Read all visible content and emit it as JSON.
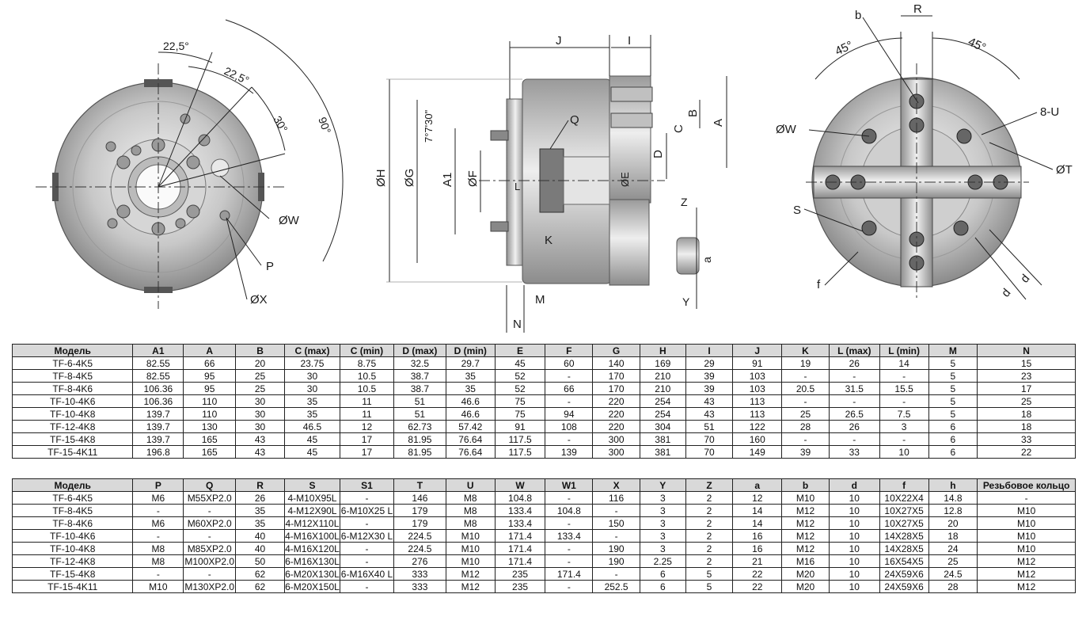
{
  "views": {
    "front": {
      "angles": [
        "22,5°",
        "22,5°",
        "30°",
        "90°"
      ],
      "callouts": [
        "ØW",
        "P",
        "ØX"
      ]
    },
    "side": {
      "dims_top": [
        "J",
        "I"
      ],
      "dims_left": [
        "ØH",
        "ØG",
        "A1",
        "ØF"
      ],
      "angle": "7°7'30\"",
      "dims_right": [
        "B",
        "A",
        "C",
        "D"
      ],
      "inner": [
        "Q",
        "K",
        "ØE",
        "L"
      ],
      "dims_bottom": [
        "M",
        "N"
      ],
      "detail": [
        "Z",
        "a",
        "Y"
      ]
    },
    "rear": {
      "top": [
        "b",
        "R",
        "45°",
        "45°"
      ],
      "callouts": [
        "ØW",
        "8-U",
        "ØT",
        "S",
        "f",
        "d",
        "d"
      ]
    }
  },
  "table1": {
    "headers": [
      "Модель",
      "A1",
      "A",
      "B",
      "C (max)",
      "C (min)",
      "D (max)",
      "D (min)",
      "E",
      "F",
      "G",
      "H",
      "I",
      "J",
      "K",
      "L (max)",
      "L (min)",
      "M",
      "N"
    ],
    "rows": [
      [
        "TF-6-4K5",
        "82.55",
        "66",
        "20",
        "23.75",
        "8.75",
        "32.5",
        "29.7",
        "45",
        "60",
        "140",
        "169",
        "29",
        "91",
        "19",
        "26",
        "14",
        "5",
        "15"
      ],
      [
        "TF-8-4K5",
        "82.55",
        "95",
        "25",
        "30",
        "10.5",
        "38.7",
        "35",
        "52",
        "-",
        "170",
        "210",
        "39",
        "103",
        "-",
        "-",
        "-",
        "5",
        "23"
      ],
      [
        "TF-8-4K6",
        "106.36",
        "95",
        "25",
        "30",
        "10.5",
        "38.7",
        "35",
        "52",
        "66",
        "170",
        "210",
        "39",
        "103",
        "20.5",
        "31.5",
        "15.5",
        "5",
        "17"
      ],
      [
        "TF-10-4K6",
        "106.36",
        "110",
        "30",
        "35",
        "11",
        "51",
        "46.6",
        "75",
        "-",
        "220",
        "254",
        "43",
        "113",
        "-",
        "-",
        "-",
        "5",
        "25"
      ],
      [
        "TF-10-4K8",
        "139.7",
        "110",
        "30",
        "35",
        "11",
        "51",
        "46.6",
        "75",
        "94",
        "220",
        "254",
        "43",
        "113",
        "25",
        "26.5",
        "7.5",
        "5",
        "18"
      ],
      [
        "TF-12-4K8",
        "139.7",
        "130",
        "30",
        "46.5",
        "12",
        "62.73",
        "57.42",
        "91",
        "108",
        "220",
        "304",
        "51",
        "122",
        "28",
        "26",
        "3",
        "6",
        "18"
      ],
      [
        "TF-15-4K8",
        "139.7",
        "165",
        "43",
        "45",
        "17",
        "81.95",
        "76.64",
        "117.5",
        "-",
        "300",
        "381",
        "70",
        "160",
        "-",
        "-",
        "-",
        "6",
        "33"
      ],
      [
        "TF-15-4K11",
        "196.8",
        "165",
        "43",
        "45",
        "17",
        "81.95",
        "76.64",
        "117.5",
        "139",
        "300",
        "381",
        "70",
        "149",
        "39",
        "33",
        "10",
        "6",
        "22"
      ]
    ]
  },
  "table2": {
    "headers": [
      "Модель",
      "P",
      "Q",
      "R",
      "S",
      "S1",
      "T",
      "U",
      "W",
      "W1",
      "X",
      "Y",
      "Z",
      "a",
      "b",
      "d",
      "f",
      "h",
      "Резьбовое кольцо"
    ],
    "rows": [
      [
        "TF-6-4K5",
        "M6",
        "M55XP2.0",
        "26",
        "4-M10X95L",
        "-",
        "146",
        "M8",
        "104.8",
        "-",
        "116",
        "3",
        "2",
        "12",
        "M10",
        "10",
        "10X22X4",
        "14.8",
        "-"
      ],
      [
        "TF-8-4K5",
        "-",
        "-",
        "35",
        "4-M12X90L",
        "6-M10X25 L",
        "179",
        "M8",
        "133.4",
        "104.8",
        "-",
        "3",
        "2",
        "14",
        "M12",
        "10",
        "10X27X5",
        "12.8",
        "M10"
      ],
      [
        "TF-8-4K6",
        "M6",
        "M60XP2.0",
        "35",
        "4-M12X110L",
        "-",
        "179",
        "M8",
        "133.4",
        "-",
        "150",
        "3",
        "2",
        "14",
        "M12",
        "10",
        "10X27X5",
        "20",
        "M10"
      ],
      [
        "TF-10-4K6",
        "-",
        "-",
        "40",
        "4-M16X100L",
        "6-M12X30 L",
        "224.5",
        "M10",
        "171.4",
        "133.4",
        "-",
        "3",
        "2",
        "16",
        "M12",
        "10",
        "14X28X5",
        "18",
        "M10"
      ],
      [
        "TF-10-4K8",
        "M8",
        "M85XP2.0",
        "40",
        "4-M16X120L",
        "-",
        "224.5",
        "M10",
        "171.4",
        "-",
        "190",
        "3",
        "2",
        "16",
        "M12",
        "10",
        "14X28X5",
        "24",
        "M10"
      ],
      [
        "TF-12-4K8",
        "M8",
        "M100XP2.0",
        "50",
        "6-M16X130L",
        "-",
        "276",
        "M10",
        "171.4",
        "-",
        "190",
        "2.25",
        "2",
        "21",
        "M16",
        "10",
        "16X54X5",
        "25",
        "M12"
      ],
      [
        "TF-15-4K8",
        "-",
        "-",
        "62",
        "6-M20X130L",
        "6-M16X40 L",
        "333",
        "M12",
        "235",
        "171.4",
        "-",
        "6",
        "5",
        "22",
        "M20",
        "10",
        "24X59X6",
        "24.5",
        "M12"
      ],
      [
        "TF-15-4K11",
        "M10",
        "M130XP2.0",
        "62",
        "6-M20X150L",
        "-",
        "333",
        "M12",
        "235",
        "-",
        "252.5",
        "6",
        "5",
        "22",
        "M20",
        "10",
        "24X59X6",
        "28",
        "M12"
      ]
    ]
  }
}
